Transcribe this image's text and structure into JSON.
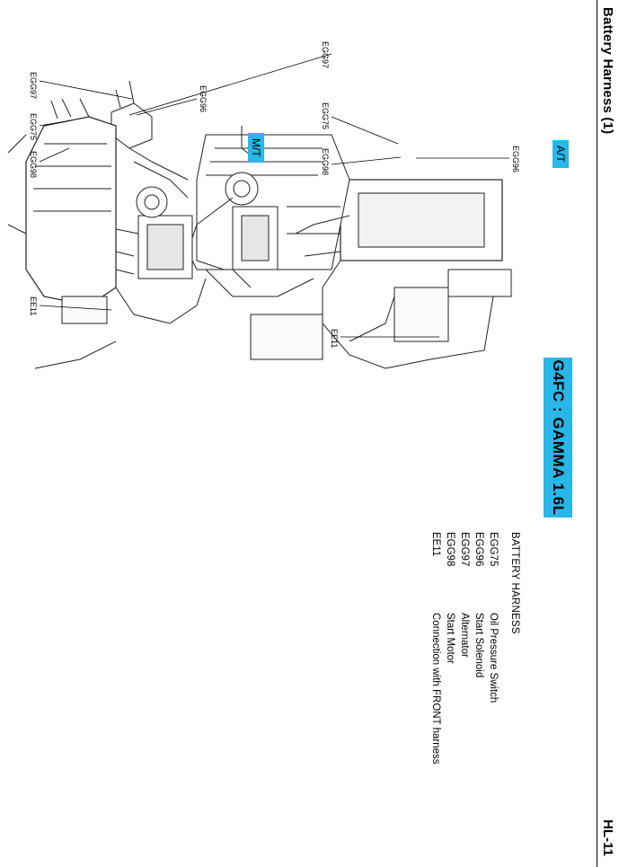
{
  "header": {
    "title": "Battery Harness (1)",
    "page_number": "HL-11"
  },
  "engine_banner": "G4FC : GAMMA 1.6L",
  "diagrams": {
    "at": {
      "tag": "A/T",
      "labels": {
        "egg97": "EGG97",
        "egg75": "EGG75",
        "egg98": "EGG98",
        "egg96": "EGG96",
        "ee11": "EE11"
      }
    },
    "mt": {
      "tag": "M/T",
      "labels": {
        "egg97": "EGG97",
        "egg75": "EGG75",
        "egg98": "EGG98",
        "egg96": "EGG96",
        "ee11": "EE11"
      }
    }
  },
  "legend": {
    "title": "BATTERY HARNESS",
    "items": [
      {
        "code": "EGG75",
        "desc": "Oil Pressure Switch"
      },
      {
        "code": "EGG96",
        "desc": "Start Solenoid"
      },
      {
        "code": "EGG97",
        "desc": "Alternator"
      },
      {
        "code": "EGG98",
        "desc": "Start Motor"
      },
      {
        "code": "EE11",
        "desc": "Connection with FRONT harness"
      }
    ]
  }
}
